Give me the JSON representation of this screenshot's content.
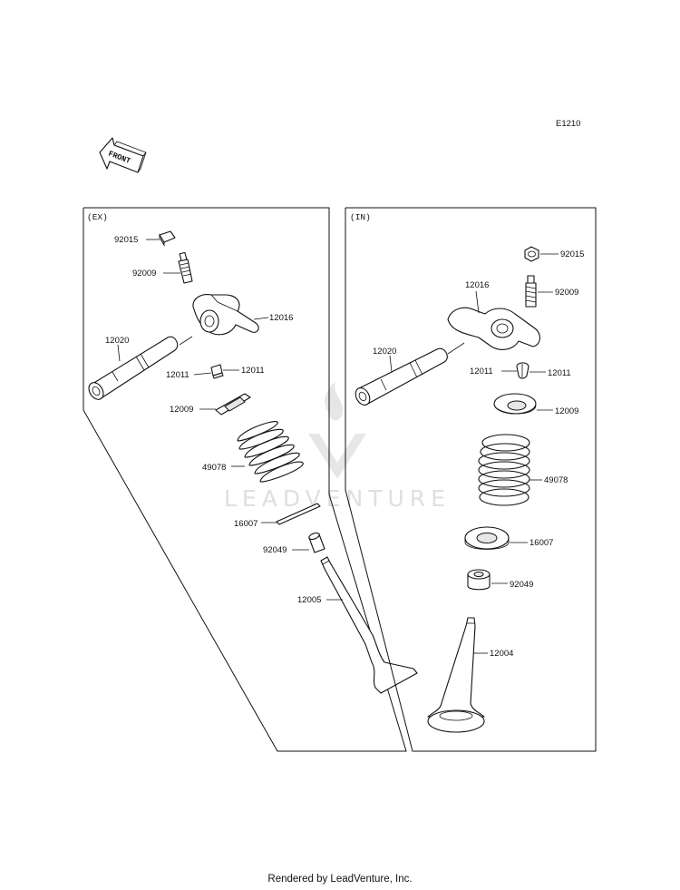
{
  "figure_code": "E1210",
  "front_label": "FRONT",
  "watermark": "LEADVENTURE",
  "footer": "Rendered by LeadVenture, Inc.",
  "exhaust": {
    "header": "(EX)",
    "labels": {
      "p92015": "92015",
      "p92009": "92009",
      "p12016": "12016",
      "p12020": "12020",
      "p12011a": "12011",
      "p12011b": "12011",
      "p12009": "12009",
      "p49078": "49078",
      "p16007": "16007",
      "p92049": "92049",
      "p12005": "12005"
    }
  },
  "intake": {
    "header": "(IN)",
    "labels": {
      "p92015": "92015",
      "p92009": "92009",
      "p12016": "12016",
      "p12020": "12020",
      "p12011a": "12011",
      "p12011b": "12011",
      "p12009": "12009",
      "p49078": "49078",
      "p16007": "16007",
      "p92049": "92049",
      "p12004": "12004"
    }
  }
}
